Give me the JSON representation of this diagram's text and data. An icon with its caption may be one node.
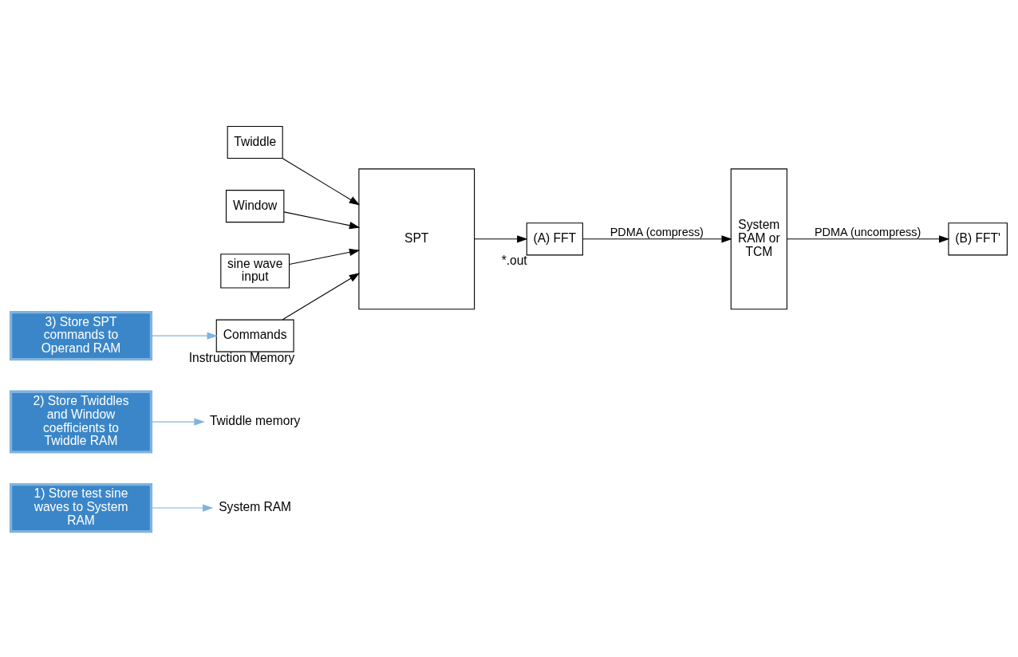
{
  "diagram": {
    "nodes": [
      {
        "text": [
          "1) Store test sine waves to System RAM"
        ]
      },
      {
        "text": [
          "2) Store Twiddles and Window coefficients to Twiddle RAM"
        ]
      },
      {
        "text": [
          "Twiddle memory"
        ]
      },
      {
        "text": [
          "Twiddle"
        ]
      },
      {
        "text": [
          "Window"
        ]
      },
      {
        "text": [
          "System RAM"
        ]
      },
      {
        "text": [
          "sine wave input"
        ]
      },
      {
        "text": [
          "SPT"
        ]
      },
      {
        "text": [
          "(A) FFT"
        ],
        "beside": [
          "*.out"
        ]
      },
      {
        "text": [
          "System RAM or TCM"
        ]
      },
      {
        "text": [
          "(B) FFT'"
        ]
      },
      {
        "text": [
          "Commands"
        ],
        "beside": [
          "Instruction Memory"
        ]
      },
      {
        "text": [
          "3) Store SPT commands to Operand RAM"
        ]
      }
    ],
    "edges": [
      {
        "from": 0,
        "to": 5,
        "arrow": "to",
        "color": "#7fb3e0"
      },
      {
        "from": 1,
        "to": 2,
        "arrow": "to",
        "color": "#7fb3e0"
      },
      {
        "from": 3,
        "to": 7,
        "arrow": "to"
      },
      {
        "from": 4,
        "to": 7,
        "arrow": "to"
      },
      {
        "from": 6,
        "to": 7,
        "arrow": "to"
      },
      {
        "from": 7,
        "to": 8,
        "arrow": "to"
      },
      {
        "from": 8,
        "to": 9,
        "arrow": "to",
        "label": "PDMA (compress)"
      },
      {
        "from": 9,
        "to": 10,
        "arrow": "to",
        "label": "PDMA (uncompress)"
      },
      {
        "from": 11,
        "to": 7,
        "arrow": "to"
      },
      {
        "from": 12,
        "to": 11,
        "arrow": "to",
        "color": "#7fb3e0"
      }
    ]
  }
}
